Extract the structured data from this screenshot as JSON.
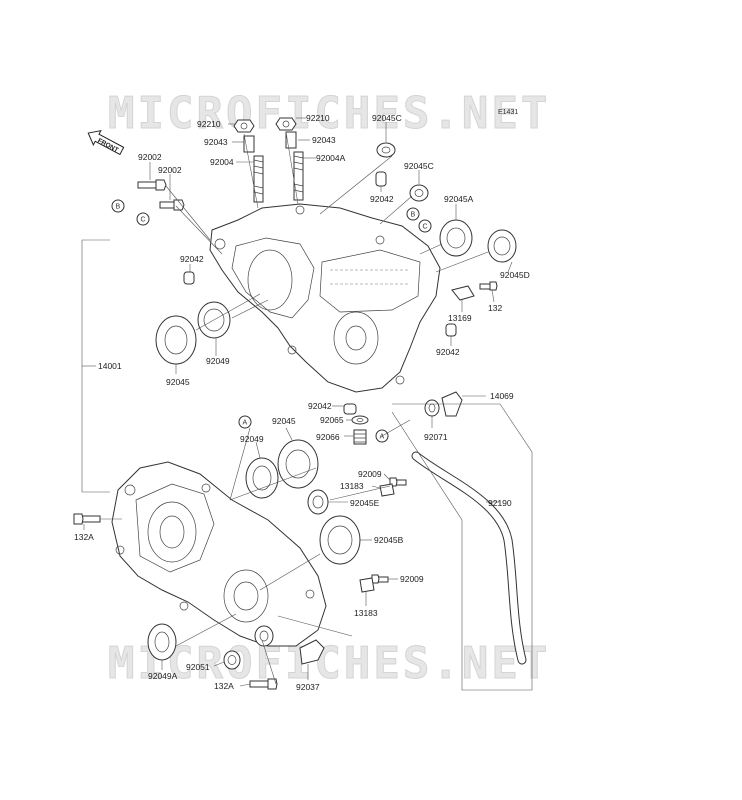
{
  "watermark": "MICROFICHES.NET",
  "diagram_code": "E1431",
  "front_arrow": "FRONT",
  "labels": {
    "p92210a": "92210",
    "p92210b": "92210",
    "p92043a": "92043",
    "p92043b": "92043",
    "p92004": "92004",
    "p92004A": "92004A",
    "p92045C_top": "92045C",
    "p92045C": "92045C",
    "p92002a": "92002",
    "p92002b": "92002",
    "p92042_top": "92042",
    "p92045A": "92045A",
    "p92045D": "92045D",
    "p92042_left": "92042",
    "p13169": "13169",
    "p132": "132",
    "p92042_right": "92042",
    "p14001": "14001",
    "p92049": "92049",
    "p92045": "92045",
    "p92042_mid": "92042",
    "p92065": "92065",
    "p92066": "92066",
    "p14069": "14069",
    "p92071": "92071",
    "p92045_mid": "92045",
    "p92049_mid": "92049",
    "p92009a": "92009",
    "p13183a": "13183",
    "p92045E": "92045E",
    "p92190": "92190",
    "p132A_top": "132A",
    "p92045B": "92045B",
    "p92009b": "92009",
    "p13183b": "13183",
    "p92049A": "92049A",
    "p92051": "92051",
    "p132A_bot": "132A",
    "p92037": "92037"
  },
  "refs": {
    "B1": "B",
    "C1": "C",
    "B2": "B",
    "C2": "C",
    "A1": "A",
    "A2": "A"
  }
}
